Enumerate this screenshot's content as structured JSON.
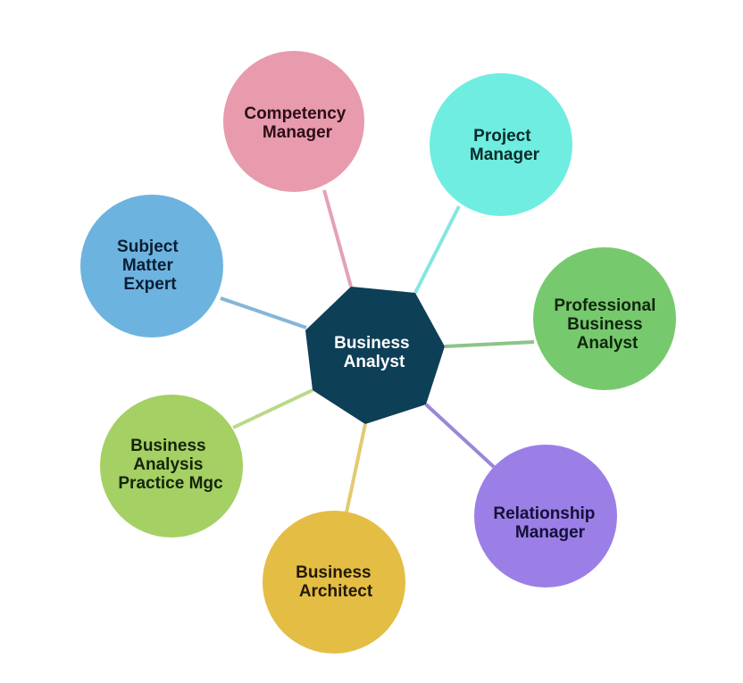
{
  "diagram": {
    "type": "hub-and-spoke",
    "background": "#ffffff",
    "center": {
      "label_lines": [
        "Business",
        "Analyst"
      ],
      "shape": "heptagon",
      "fill": "#0D3F57",
      "text_color": "#ffffff"
    },
    "nodes": [
      {
        "id": "competency-manager",
        "label_lines": [
          "Competency",
          "Manager"
        ],
        "fill": "#E89BAD",
        "line_color": "#E4A2B4",
        "text_color": "#2B0E18"
      },
      {
        "id": "project-manager",
        "label_lines": [
          "Project",
          "Manager"
        ],
        "fill": "#6FEDE1",
        "line_color": "#86E6DF",
        "text_color": "#0B2B2A"
      },
      {
        "id": "professional-business-analyst",
        "label_lines": [
          "Professional",
          "Business",
          "Analyst"
        ],
        "fill": "#77C96D",
        "line_color": "#8CC48A",
        "text_color": "#10260E"
      },
      {
        "id": "relationship-manager",
        "label_lines": [
          "Relationship",
          "Manager"
        ],
        "fill": "#9B7FE6",
        "line_color": "#9C86D8",
        "text_color": "#14103A"
      },
      {
        "id": "business-architect",
        "label_lines": [
          "Business",
          "Architect"
        ],
        "fill": "#E4BD45",
        "line_color": "#E2CB70",
        "text_color": "#221A06"
      },
      {
        "id": "business-analysis-practice-mgc",
        "label_lines": [
          "Business",
          "Analysis",
          "Practice Mgc"
        ],
        "fill": "#A4D064",
        "line_color": "#BAD88A",
        "text_color": "#16240A"
      },
      {
        "id": "subject-matter-expert",
        "label_lines": [
          "Subject",
          "Matter",
          "Expert"
        ],
        "fill": "#6DB3E0",
        "line_color": "#84B6D8",
        "text_color": "#0A1E33"
      }
    ]
  }
}
